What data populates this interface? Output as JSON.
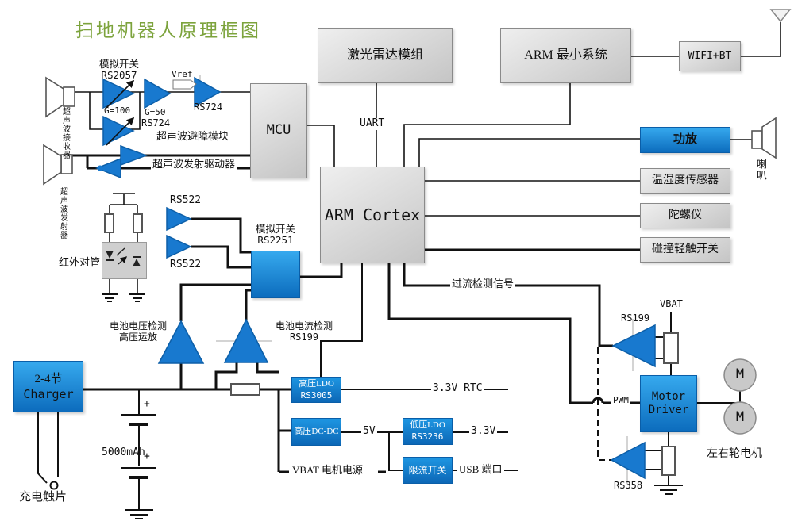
{
  "title": "扫地机器人原理框图",
  "colors": {
    "title_green": "#7ca33c",
    "accent_blue": "#1583d6",
    "box_gray": "#d5d5d5",
    "line_black": "#111111"
  },
  "blocks": {
    "laser": "激光雷达模组",
    "arm_min": "ARM 最小系统",
    "wifi": "WIFI+BT",
    "mcu": "MCU",
    "arm_cortex": "ARM Cortex",
    "amp": "功放",
    "temp": "温湿度传感器",
    "gyro": "陀螺仪",
    "bump": "碰撞轻触开关",
    "charger1": "2-4节",
    "charger2": "Charger",
    "hv_ldo1": "高压LDO",
    "hv_ldo2": "RS3005",
    "hv_dcdc": "高压DC-DC",
    "lv_ldo1": "低压LDO",
    "lv_ldo2": "RS3236",
    "limit_sw": "限流开关",
    "motor1": "Motor",
    "motor2": "Driver",
    "m": "M"
  },
  "labels": {
    "uart": "UART",
    "analog_sw": "模拟开关",
    "rs2057": "RS2057",
    "g100": "G=100",
    "g50": "G=50",
    "rs724": "RS724",
    "vref": "Vref",
    "rx": "超声波接收器",
    "tx": "超声波发射器",
    "avoid": "超声波避障模块",
    "txdrv": "超声波发射驱动器",
    "ir": "红外对管",
    "rs522": "RS522",
    "rs2251": "RS2251",
    "volt1": "电池电压检测",
    "volt2": "高压运放",
    "cur1": "电池电流检测",
    "rs199": "RS199",
    "overcurrent": "过流检测信号",
    "pwm": "PWM",
    "vbat": "VBAT",
    "rs358": "RS358",
    "v33rtc": "3.3V RTC",
    "v5": "5V",
    "v33": "3.3V",
    "vbat_motor": "VBAT 电机电源",
    "usb": "USB 端口",
    "mah": "5000mAh",
    "plus": "+",
    "charge_pad": "充电触片",
    "speaker": "喇叭",
    "wheels": "左右轮电机"
  }
}
